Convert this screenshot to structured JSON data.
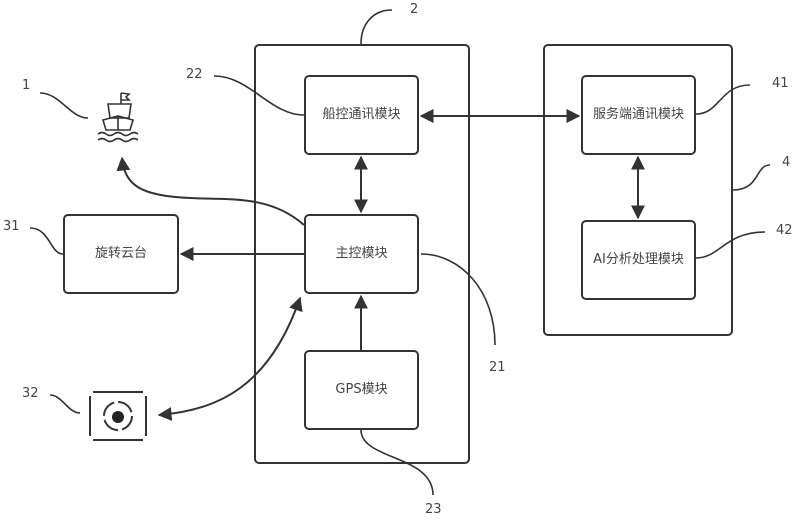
{
  "diagram": {
    "title": "Ship control system block diagram",
    "labels": {
      "ship": "1",
      "shipboard_unit": "2",
      "main_control": "21",
      "ship_comm": "22",
      "gps": "23",
      "gimbal": "31",
      "camera": "32",
      "server": "4",
      "server_comm": "41",
      "ai_module": "42"
    },
    "modules": {
      "ship_comm": "船控通讯模块",
      "main_control": "主控模块",
      "gps": "GPS模块",
      "gimbal": "旋转云台",
      "server_comm": "服务端通讯模块",
      "ai_module": "AI分析处理模块"
    },
    "icons": {
      "ship": "ship-icon",
      "camera": "camera-icon"
    },
    "connections": [
      {
        "from": "ship_comm",
        "to": "server_comm",
        "type": "bidirectional"
      },
      {
        "from": "ship_comm",
        "to": "main_control",
        "type": "bidirectional"
      },
      {
        "from": "server_comm",
        "to": "ai_module",
        "type": "bidirectional"
      },
      {
        "from": "main_control",
        "to": "gimbal",
        "type": "directed"
      },
      {
        "from": "main_control",
        "to": "ship",
        "type": "directed"
      },
      {
        "from": "main_control",
        "to": "camera",
        "type": "bidirectional"
      },
      {
        "from": "gps",
        "to": "main_control",
        "type": "directed"
      }
    ],
    "stroke_color": "#333333"
  }
}
